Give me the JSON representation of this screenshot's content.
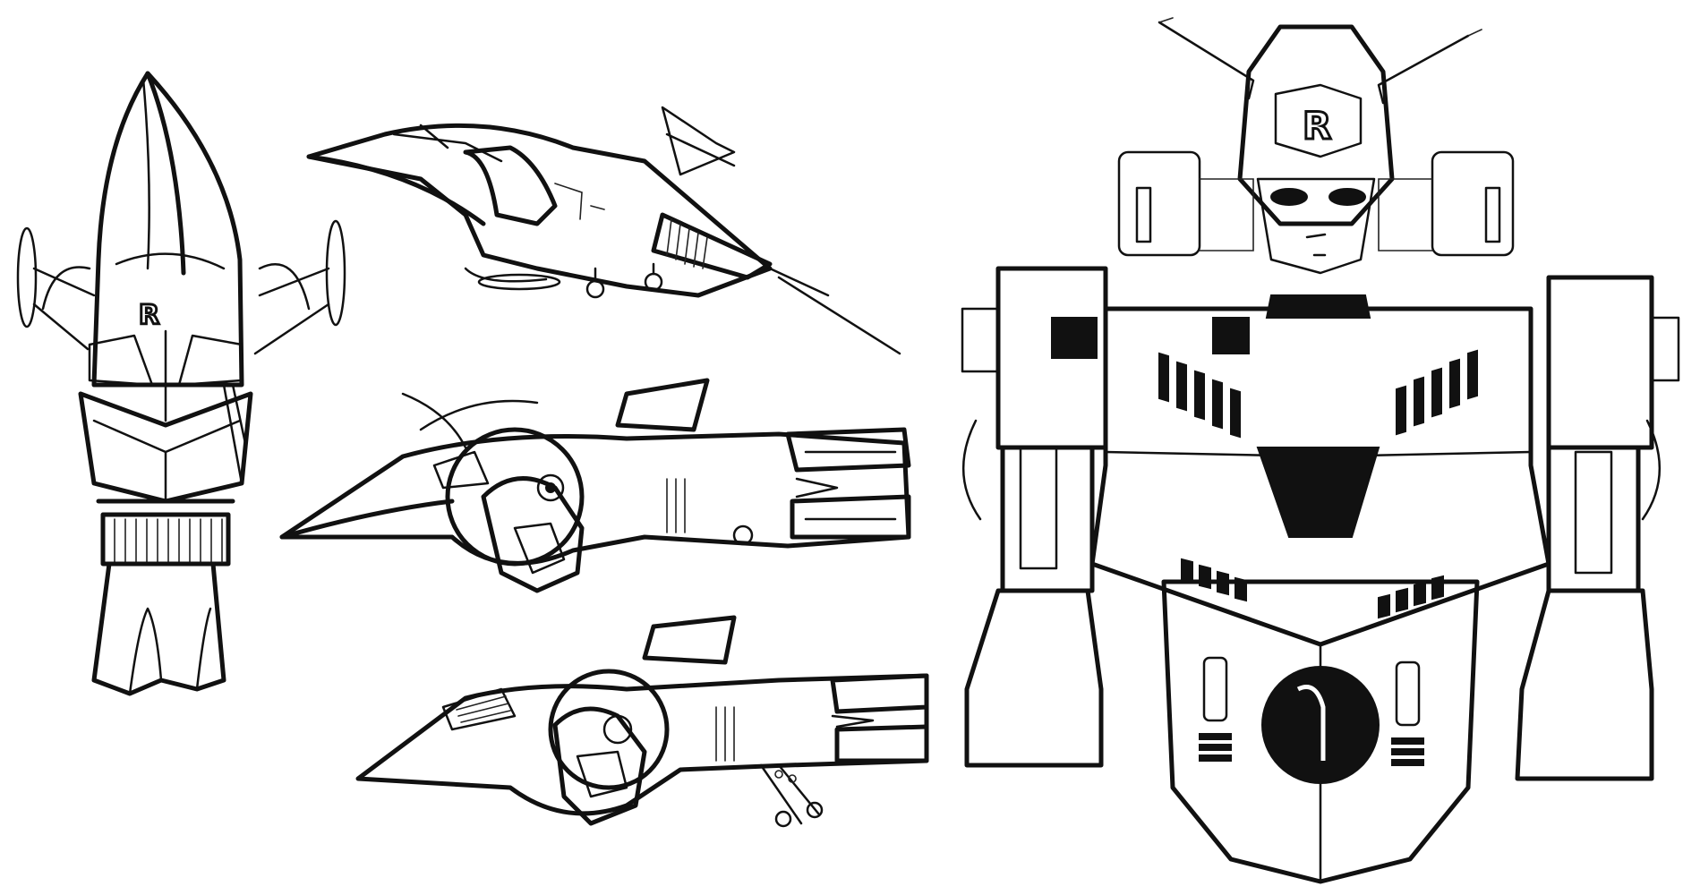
{
  "sheet": {
    "emblem_letter_nose": "R",
    "emblem_letter_robot": "R"
  },
  "colors": {
    "ink": "#111111",
    "paper": "#ffffff"
  },
  "drawings": [
    "ship-front-view",
    "ship-side-view-top",
    "ship-side-view-middle",
    "ship-side-view-bottom",
    "robot-front-view"
  ]
}
